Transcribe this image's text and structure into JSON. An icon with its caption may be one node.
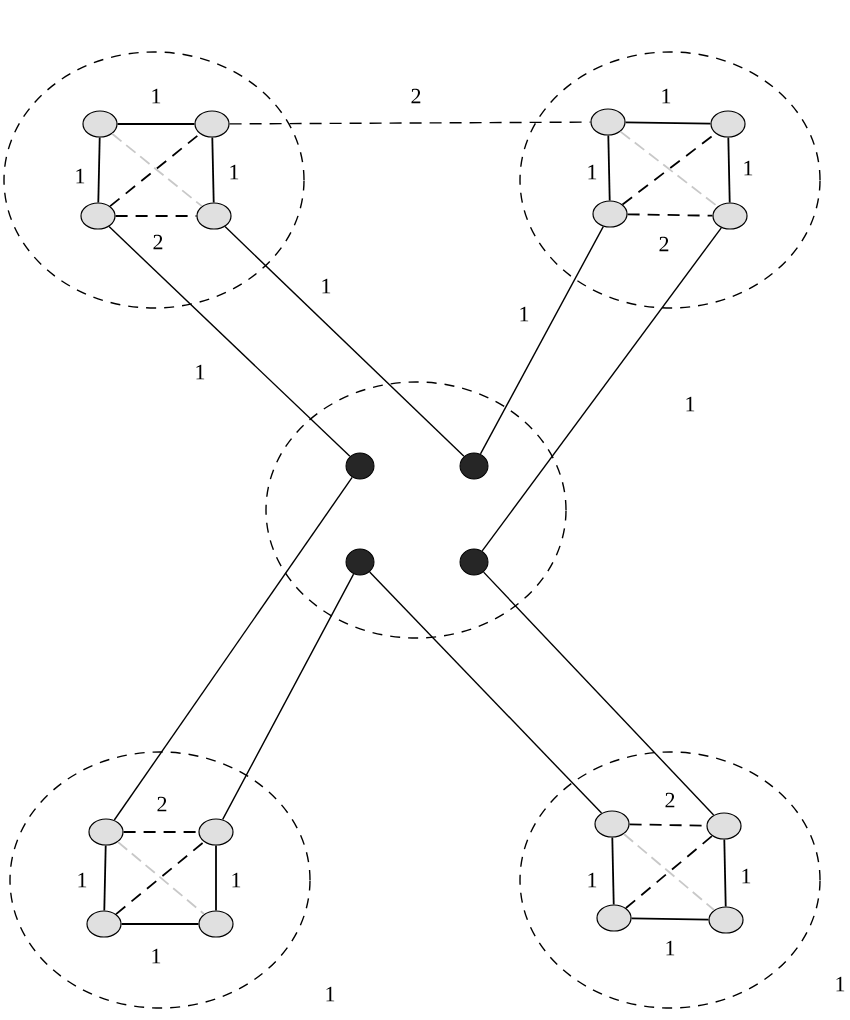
{
  "diagram": {
    "nodes": [
      {
        "text": [],
        "shape": "circle"
      },
      {
        "text": [],
        "shape": "circle",
        "in": 0
      },
      {
        "text": [],
        "shape": "circle",
        "in": 0
      },
      {
        "text": [],
        "shape": "circle",
        "in": 0
      },
      {
        "text": [],
        "shape": "circle",
        "in": 0
      },
      {
        "text": [],
        "shape": "circle"
      },
      {
        "text": [],
        "shape": "circle",
        "in": 5
      },
      {
        "text": [],
        "shape": "circle",
        "in": 5
      },
      {
        "text": [],
        "shape": "circle",
        "in": 5
      },
      {
        "text": [],
        "shape": "circle",
        "in": 5
      },
      {
        "text": [],
        "shape": "circle"
      },
      {
        "text": [],
        "shape": "dot",
        "in": 10
      },
      {
        "text": [],
        "shape": "dot",
        "in": 10
      },
      {
        "text": [],
        "shape": "dot",
        "in": 10
      },
      {
        "text": [],
        "shape": "dot",
        "in": 10
      },
      {
        "text": [],
        "shape": "circle"
      },
      {
        "text": [],
        "shape": "circle",
        "in": 15
      },
      {
        "text": [],
        "shape": "circle",
        "in": 15
      },
      {
        "text": [],
        "shape": "circle",
        "in": 15
      },
      {
        "text": [],
        "shape": "circle",
        "in": 15
      },
      {
        "text": [],
        "shape": "circle"
      },
      {
        "text": [],
        "shape": "circle",
        "in": 20
      },
      {
        "text": [],
        "shape": "circle",
        "in": 20
      },
      {
        "text": [],
        "shape": "circle",
        "in": 20
      },
      {
        "text": [],
        "shape": "circle",
        "in": 20
      }
    ],
    "edges": [
      {
        "from": 1,
        "to": 2,
        "arrow": "none",
        "label": "1"
      },
      {
        "from": 1,
        "to": 3,
        "arrow": "none",
        "label": "1"
      },
      {
        "from": 2,
        "to": 4,
        "arrow": "none",
        "label": "1"
      },
      {
        "from": 3,
        "to": 4,
        "arrow": "none",
        "label": "2",
        "style": "dashed"
      },
      {
        "from": 3,
        "to": 2,
        "arrow": "none",
        "style": "dashed"
      },
      {
        "from": 1,
        "to": 4,
        "arrow": "none",
        "style": "dashed",
        "color": "#c8c8c8"
      },
      {
        "from": 6,
        "to": 7,
        "arrow": "none",
        "label": "1"
      },
      {
        "from": 6,
        "to": 8,
        "arrow": "none",
        "label": "1"
      },
      {
        "from": 7,
        "to": 9,
        "arrow": "none",
        "label": "1"
      },
      {
        "from": 8,
        "to": 9,
        "arrow": "none",
        "label": "2",
        "style": "dashed"
      },
      {
        "from": 8,
        "to": 7,
        "arrow": "none",
        "style": "dashed"
      },
      {
        "from": 6,
        "to": 9,
        "arrow": "none",
        "style": "dashed",
        "color": "#c8c8c8"
      },
      {
        "from": 16,
        "to": 17,
        "arrow": "none",
        "label": "2",
        "style": "dashed"
      },
      {
        "from": 16,
        "to": 18,
        "arrow": "none",
        "label": "1"
      },
      {
        "from": 17,
        "to": 19,
        "arrow": "none",
        "label": "1"
      },
      {
        "from": 18,
        "to": 19,
        "arrow": "none",
        "label": "1"
      },
      {
        "from": 18,
        "to": 17,
        "arrow": "none",
        "style": "dashed"
      },
      {
        "from": 16,
        "to": 19,
        "arrow": "none",
        "style": "dashed",
        "color": "#c8c8c8"
      },
      {
        "from": 21,
        "to": 22,
        "arrow": "none",
        "label": "2",
        "style": "dashed"
      },
      {
        "from": 21,
        "to": 23,
        "arrow": "none",
        "label": "1"
      },
      {
        "from": 22,
        "to": 24,
        "arrow": "none",
        "label": "1"
      },
      {
        "from": 23,
        "to": 24,
        "arrow": "none",
        "label": "1"
      },
      {
        "from": 23,
        "to": 22,
        "arrow": "none",
        "style": "dashed"
      },
      {
        "from": 21,
        "to": 24,
        "arrow": "none",
        "style": "dashed",
        "color": "#c8c8c8"
      },
      {
        "from": 2,
        "to": 6,
        "arrow": "none",
        "label": "2",
        "style": "dashed"
      },
      {
        "from": 3,
        "to": 11,
        "arrow": "none",
        "label": "1"
      },
      {
        "from": 4,
        "to": 12,
        "arrow": "none",
        "label": "1"
      },
      {
        "from": 8,
        "to": 12,
        "arrow": "none",
        "label": "1"
      },
      {
        "from": 9,
        "to": 14,
        "arrow": "none",
        "label": "1"
      },
      {
        "from": 11,
        "to": 16,
        "arrow": "none"
      },
      {
        "from": 13,
        "to": 17,
        "arrow": "none"
      },
      {
        "from": 13,
        "to": 21,
        "arrow": "none"
      },
      {
        "from": 14,
        "to": 22,
        "arrow": "none"
      }
    ],
    "labels": [
      "1",
      "1"
    ]
  }
}
